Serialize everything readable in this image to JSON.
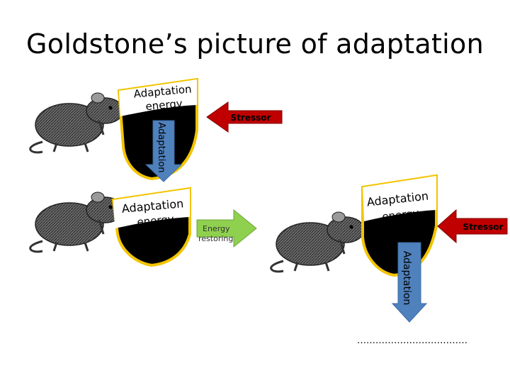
{
  "title": "Goldstone’s picture of adaptation",
  "top_panel": {
    "shield_label_line1": "Adaptation",
    "shield_label_line2": "energy",
    "stressor_label": "Stressor",
    "adaptation_arrow_label": "Adaptation"
  },
  "bottom_left": {
    "shield_label_line1": "Adaptation",
    "shield_label_line2": "energy"
  },
  "energy_arrow": {
    "line1": "Energy",
    "line2": "restoring"
  },
  "bottom_right": {
    "shield_label_line1": "Adaptation",
    "shield_label_line2": "energy",
    "stressor_label": "Stressor",
    "adaptation_arrow_label": "Adaptation"
  },
  "blank_line": "………………………………",
  "colors": {
    "shield_fill": "#000000",
    "shield_border": "#f2c400",
    "stressor_fill": "#c00000",
    "adaptation_arrow_fill": "#4f81bd",
    "energy_arrow_fill": "#8fd14f"
  }
}
